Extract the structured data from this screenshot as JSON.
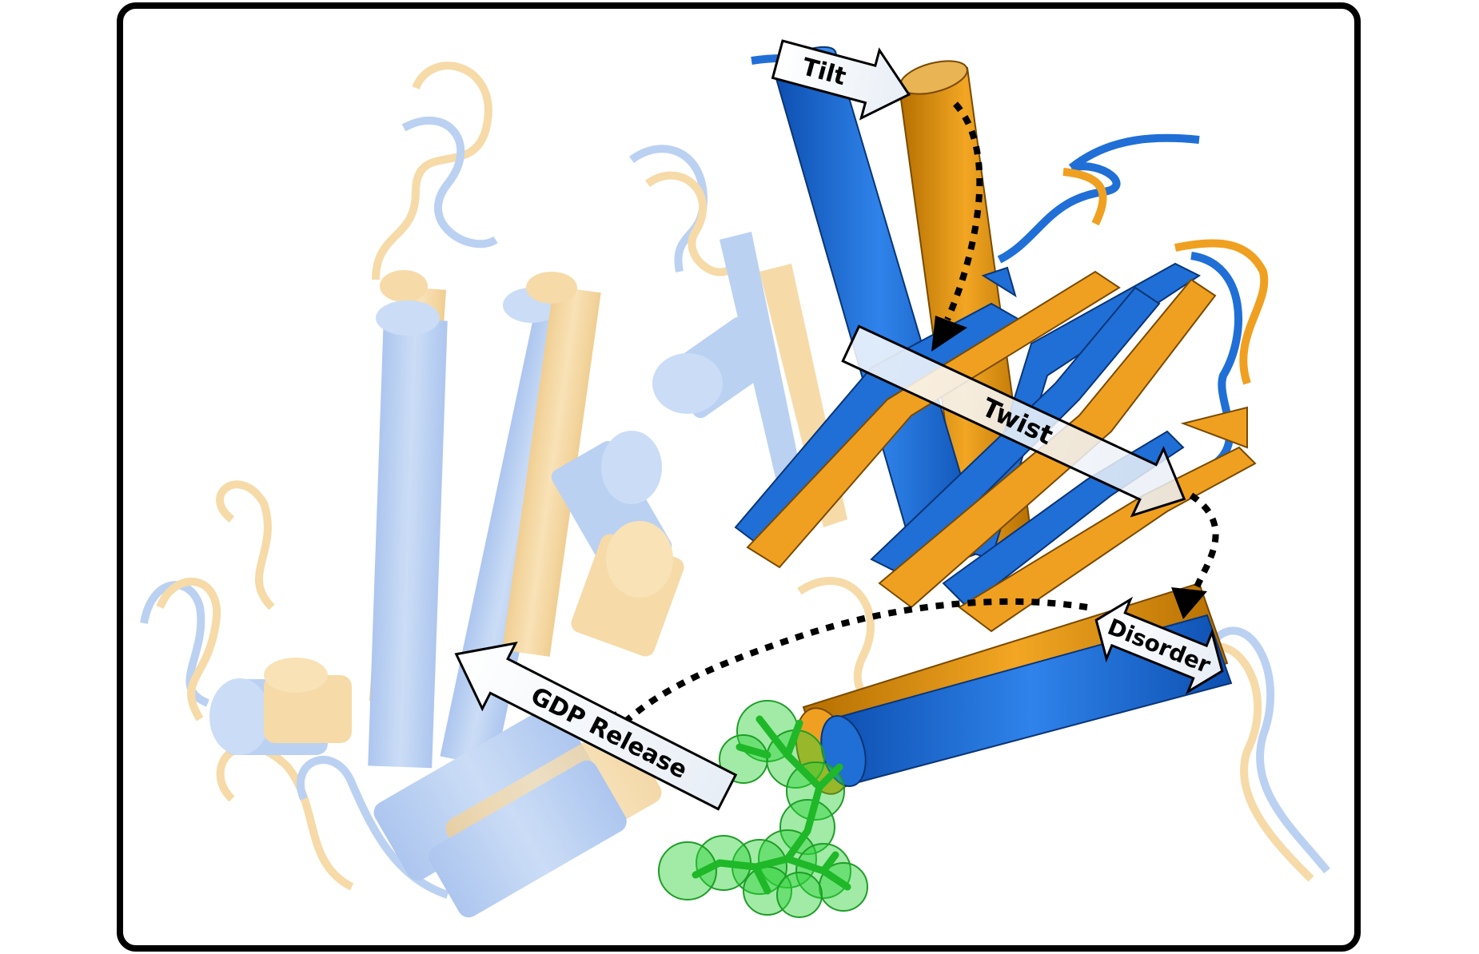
{
  "figure": {
    "labels": {
      "tilt": "Tilt",
      "twist": "Twist",
      "disorder": "Disorder",
      "gdp_release": "GDP Release"
    },
    "colors": {
      "state_a": "#1f6fd6",
      "state_b": "#f0a020",
      "faded_a": "#b8cff2",
      "faded_b": "#f6d9a4",
      "ligand": "#2fd23a",
      "frame": "#000000"
    }
  }
}
